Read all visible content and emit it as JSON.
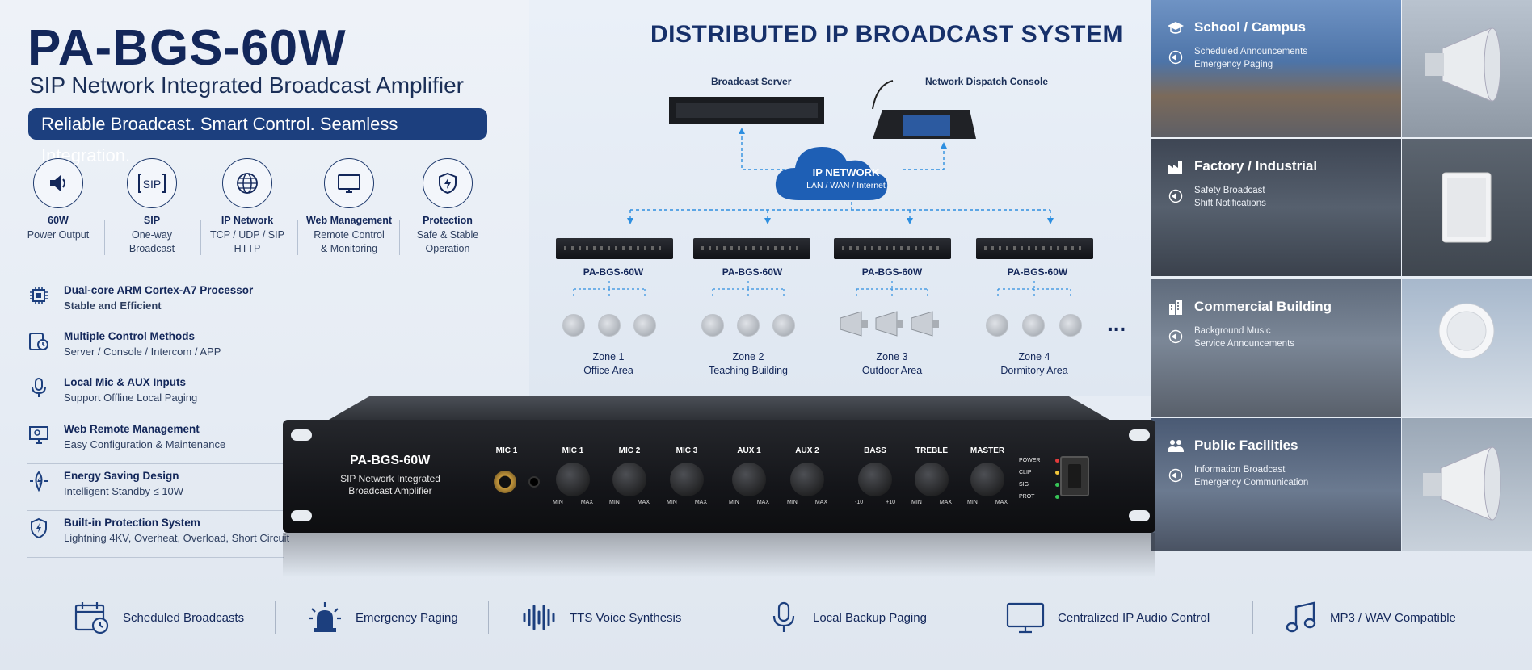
{
  "header": {
    "title": "PA-BGS-60W",
    "subtitle": "SIP Network Integrated Broadcast Amplifier",
    "slogan": "Reliable Broadcast. Smart Control. Seamless Integration."
  },
  "features": [
    {
      "icon": "speaker-icon",
      "title": "60W",
      "lines": [
        "Power Output"
      ]
    },
    {
      "icon": "sip-icon",
      "title": "SIP",
      "lines": [
        "One-way",
        "Broadcast"
      ]
    },
    {
      "icon": "globe-icon",
      "title": "IP Network",
      "lines": [
        "TCP / UDP / SIP",
        "HTTP"
      ]
    },
    {
      "icon": "monitor-icon",
      "title": "Web Management",
      "lines": [
        "Remote Control",
        "& Monitoring"
      ]
    },
    {
      "icon": "shield-icon",
      "title": "Protection",
      "lines": [
        "Safe & Stable",
        "Operation"
      ]
    }
  ],
  "specs": [
    {
      "icon": "cpu-icon",
      "title": "Dual-core ARM Cortex-A7 Processor",
      "sub": "Stable and Efficient"
    },
    {
      "icon": "control-icon",
      "title": "Multiple Control Methods",
      "sub": "Server / Console / Intercom / APP"
    },
    {
      "icon": "microphone-icon",
      "title": "Local Mic & AUX Inputs",
      "sub": "Support Offline Local Paging"
    },
    {
      "icon": "web-monitor-icon",
      "title": "Web Remote Management",
      "sub": "Easy Configuration & Maintenance"
    },
    {
      "icon": "energy-icon",
      "title": "Energy Saving Design",
      "sub": "Intelligent Standby ≤ 10W"
    },
    {
      "icon": "shield-bolt-icon",
      "title": "Built-in Protection System",
      "sub": "Lightning 4KV, Overheat, Overload, Short Circuit"
    }
  ],
  "diagram": {
    "title": "DISTRIBUTED IP BROADCAST SYSTEM",
    "server_label": "Broadcast Server",
    "console_label": "Network Dispatch Console",
    "network_title": "IP NETWORK",
    "network_sub": "LAN / WAN / Internet",
    "more": "...",
    "units": [
      {
        "label": "PA-BGS-60W",
        "zone": "Zone 1",
        "area": "Office Area"
      },
      {
        "label": "PA-BGS-60W",
        "zone": "Zone 2",
        "area": "Teaching Building"
      },
      {
        "label": "PA-BGS-60W",
        "zone": "Zone 3",
        "area": "Outdoor Area"
      },
      {
        "label": "PA-BGS-60W",
        "zone": "Zone 4",
        "area": "Dormitory Area"
      }
    ]
  },
  "device": {
    "model": "PA-BGS-60W",
    "desc": "SIP Network Integrated Broadcast Amplifier",
    "mic_jack_label": "MIC 1",
    "knobs": [
      {
        "label": "MIC 1",
        "min": "MIN",
        "max": "MAX"
      },
      {
        "label": "MIC 2",
        "min": "MIN",
        "max": "MAX"
      },
      {
        "label": "MIC 3",
        "min": "MIN",
        "max": "MAX"
      },
      {
        "label": "AUX 1",
        "min": "MIN",
        "max": "MAX"
      },
      {
        "label": "AUX 2",
        "min": "MIN",
        "max": "MAX"
      },
      {
        "label": "BASS",
        "min": "-10",
        "max": "+10"
      },
      {
        "label": "TREBLE",
        "min": "MIN",
        "max": "MAX"
      },
      {
        "label": "MASTER",
        "min": "MIN",
        "max": "MAX"
      }
    ],
    "leds": [
      {
        "label": "POWER",
        "color": "#e23b3b"
      },
      {
        "label": "CLIP",
        "color": "#f0c43a"
      },
      {
        "label": "SIG",
        "color": "#37c457"
      },
      {
        "label": "PROT",
        "color": "#37c457"
      }
    ]
  },
  "applications": [
    {
      "icon": "graduation-cap-icon",
      "title": "School / Campus",
      "lines": [
        "Scheduled Announcements",
        "Emergency Paging"
      ],
      "bg": "#3f5f88"
    },
    {
      "icon": "factory-icon",
      "title": "Factory / Industrial",
      "lines": [
        "Safety Broadcast",
        "Shift Notifications"
      ],
      "bg": "#4a5565"
    },
    {
      "icon": "building-icon",
      "title": "Commercial Building",
      "lines": [
        "Background Music",
        "Service Announcements"
      ],
      "bg": "#5b6675"
    },
    {
      "icon": "people-icon",
      "title": "Public Facilities",
      "lines": [
        "Information Broadcast",
        "Emergency Communication"
      ],
      "bg": "#4e5b70"
    }
  ],
  "bottom": [
    {
      "icon": "calendar-clock-icon",
      "label": "Scheduled Broadcasts"
    },
    {
      "icon": "alarm-light-icon",
      "label": "Emergency Paging"
    },
    {
      "icon": "waveform-icon",
      "label": "TTS Voice Synthesis"
    },
    {
      "icon": "microphone-icon",
      "label": "Local Backup Paging"
    },
    {
      "icon": "monitor-icon",
      "label": "Centralized IP Audio Control"
    },
    {
      "icon": "music-note-icon",
      "label": "MP3 / WAV Compatible"
    }
  ],
  "colors": {
    "navy": "#13275a",
    "accent": "#1c3f7e",
    "network_blue": "#1e5fb5",
    "line_blue": "#2e8fe0"
  }
}
